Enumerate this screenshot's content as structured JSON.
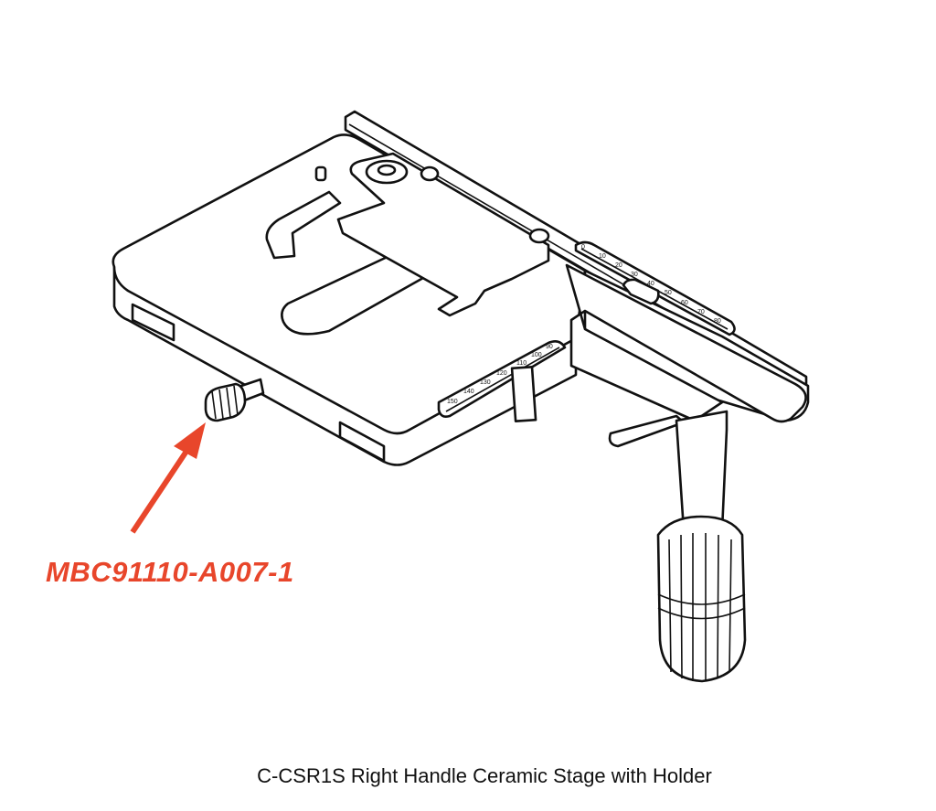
{
  "diagram": {
    "part_number": "MBC91110-A007-1",
    "caption": "C-CSR1S Right Handle Ceramic Stage with Holder",
    "x_scale_labels": [
      "0",
      "10",
      "20",
      "30",
      "40",
      "50",
      "60",
      "70",
      "80"
    ],
    "y_scale_labels": [
      "90",
      "100",
      "110",
      "120",
      "130",
      "140",
      "150"
    ],
    "colors": {
      "callout": "#e8462b",
      "line": "#111111",
      "background": "#ffffff"
    }
  }
}
